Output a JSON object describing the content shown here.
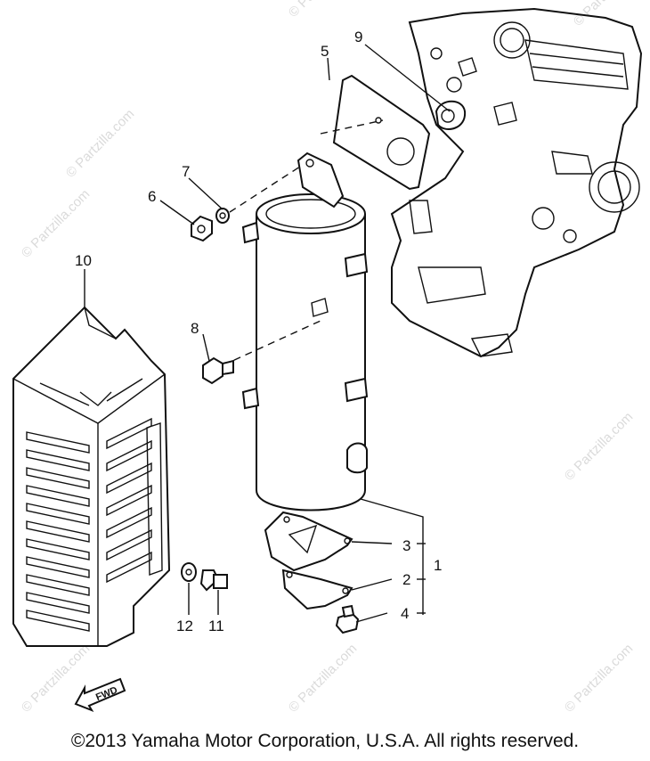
{
  "watermark": "© Partzilla.com",
  "callouts": {
    "c1": "1",
    "c2": "2",
    "c3": "3",
    "c4": "4",
    "c5": "5",
    "c6": "6",
    "c7": "7",
    "c8": "8",
    "c9": "9",
    "c10": "10",
    "c11": "11",
    "c12": "12"
  },
  "fwd_label": "FWD",
  "copyright": "©2013  Yamaha Motor Corporation, U.S.A. All rights reserved."
}
